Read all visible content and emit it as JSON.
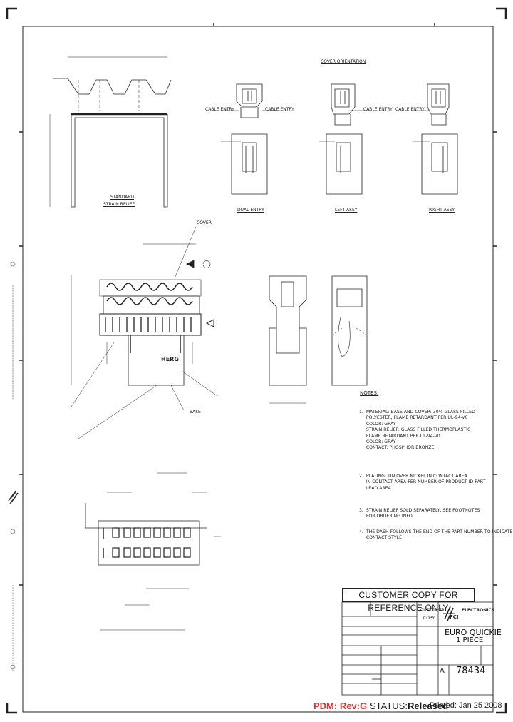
{
  "title_block": {
    "banner": "CUSTOMER COPY FOR REFERENCE ONLY",
    "company": "FCI",
    "division": "ELECTRONICS",
    "product_title_1": "EURO QUICKIE",
    "product_title_2": "1 PIECE",
    "drawing_number": "78434",
    "size_label": "A",
    "customer_label": "CUSTOMER",
    "customer_value": "COPY"
  },
  "footer": {
    "pdm_label": "PDM: Rev:G",
    "status_label": "STATUS:",
    "status_value": "Released",
    "printed_label": "Printed: Jan 25 2008"
  },
  "views": {
    "cover_orientation": "COVER ORIENTATION",
    "standard_label_1": "STANDARD",
    "standard_label_2": "STRAIN RELIEF",
    "dual_entry": "DUAL ENTRY",
    "left_assy": "LEFT ASSY",
    "right_assy": "RIGHT ASSY",
    "cable_entry": "CABLE ENTRY",
    "herg_mark": "HERG",
    "cover_callout": "COVER",
    "base_callout": "BASE",
    "notes_heading": "NOTES:"
  },
  "notes": [
    "1.  MATERIAL: BASE AND COVER: 30% GLASS FILLED\n     POLYESTER, FLAME RETARDANT PER UL-94-V0\n     COLOR: GRAY\n     STRAIN RELIEF: GLASS FILLED THERMOPLASTIC\n     FLAME RETARDANT PER UL-94-V0\n     COLOR: GRAY\n     CONTACT: PHOSPHOR BRONZE",
    "2.  PLATING: TIN OVER NICKEL IN CONTACT AREA\n     IN CONTACT AREA PER NUMBER OF PRODUCT ID PART\n     LEAD AREA",
    "3.  STRAIN RELIEF SOLD SEPARATELY, SEE FOOTNOTES\n     FOR ORDERING INFO",
    "4.  THE DASH FOLLOWS THE END OF THE PART NUMBER TO INDICATE\n     CONTACT STYLE"
  ]
}
